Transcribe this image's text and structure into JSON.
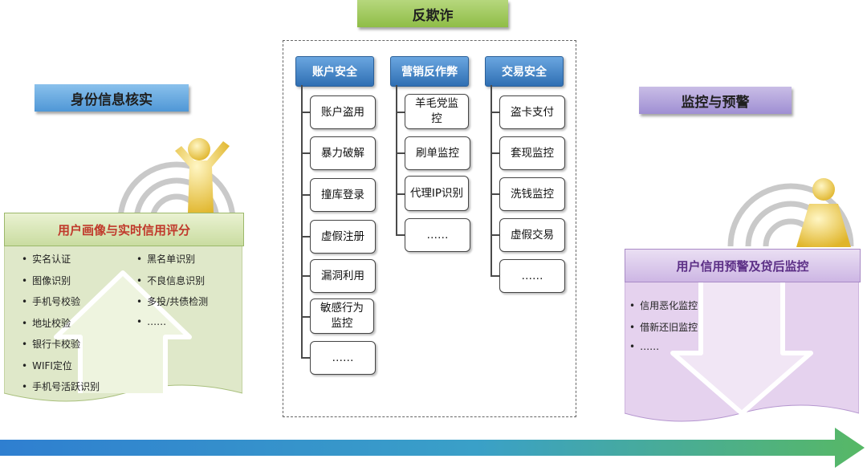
{
  "titles": {
    "anti_fraud": "反欺诈",
    "identity": "身份信息核实",
    "monitor": "监控与预警"
  },
  "columns": [
    {
      "header": "账户安全",
      "items": [
        "账户盗用",
        "暴力破解",
        "撞库登录",
        "虚假注册",
        "漏洞利用",
        "敏感行为监控",
        "……"
      ]
    },
    {
      "header": "营销反作弊",
      "items": [
        "羊毛党监控",
        "刷单监控",
        "代理IP识别",
        "……"
      ]
    },
    {
      "header": "交易安全",
      "items": [
        "盗卡支付",
        "套现监控",
        "洗钱监控",
        "虚假交易",
        "……"
      ]
    }
  ],
  "left_panel": {
    "title": "用户画像与实时信用评分",
    "list_left": [
      "实名认证",
      "图像识别",
      "手机号校验",
      "地址校验",
      "银行卡校验",
      "WIFI定位",
      "手机号活跃识别"
    ],
    "list_right": [
      "黑名单识别",
      "不良信息识别",
      "多投/共债检测",
      "……"
    ]
  },
  "right_panel": {
    "title": "用户信用预警及贷后监控",
    "list": [
      "信用恶化监控",
      "借新还旧监控",
      "……"
    ]
  },
  "colors": {
    "anti_fraud_title": "#9dc55b",
    "identity_title": "#5aa0dc",
    "monitor_title": "#ad9fd9",
    "column_header": "#3e7fc1",
    "left_panel": "#dfe8c9",
    "right_panel": "#e5d2ee",
    "timeline_arrow": "#3f8fd0"
  }
}
